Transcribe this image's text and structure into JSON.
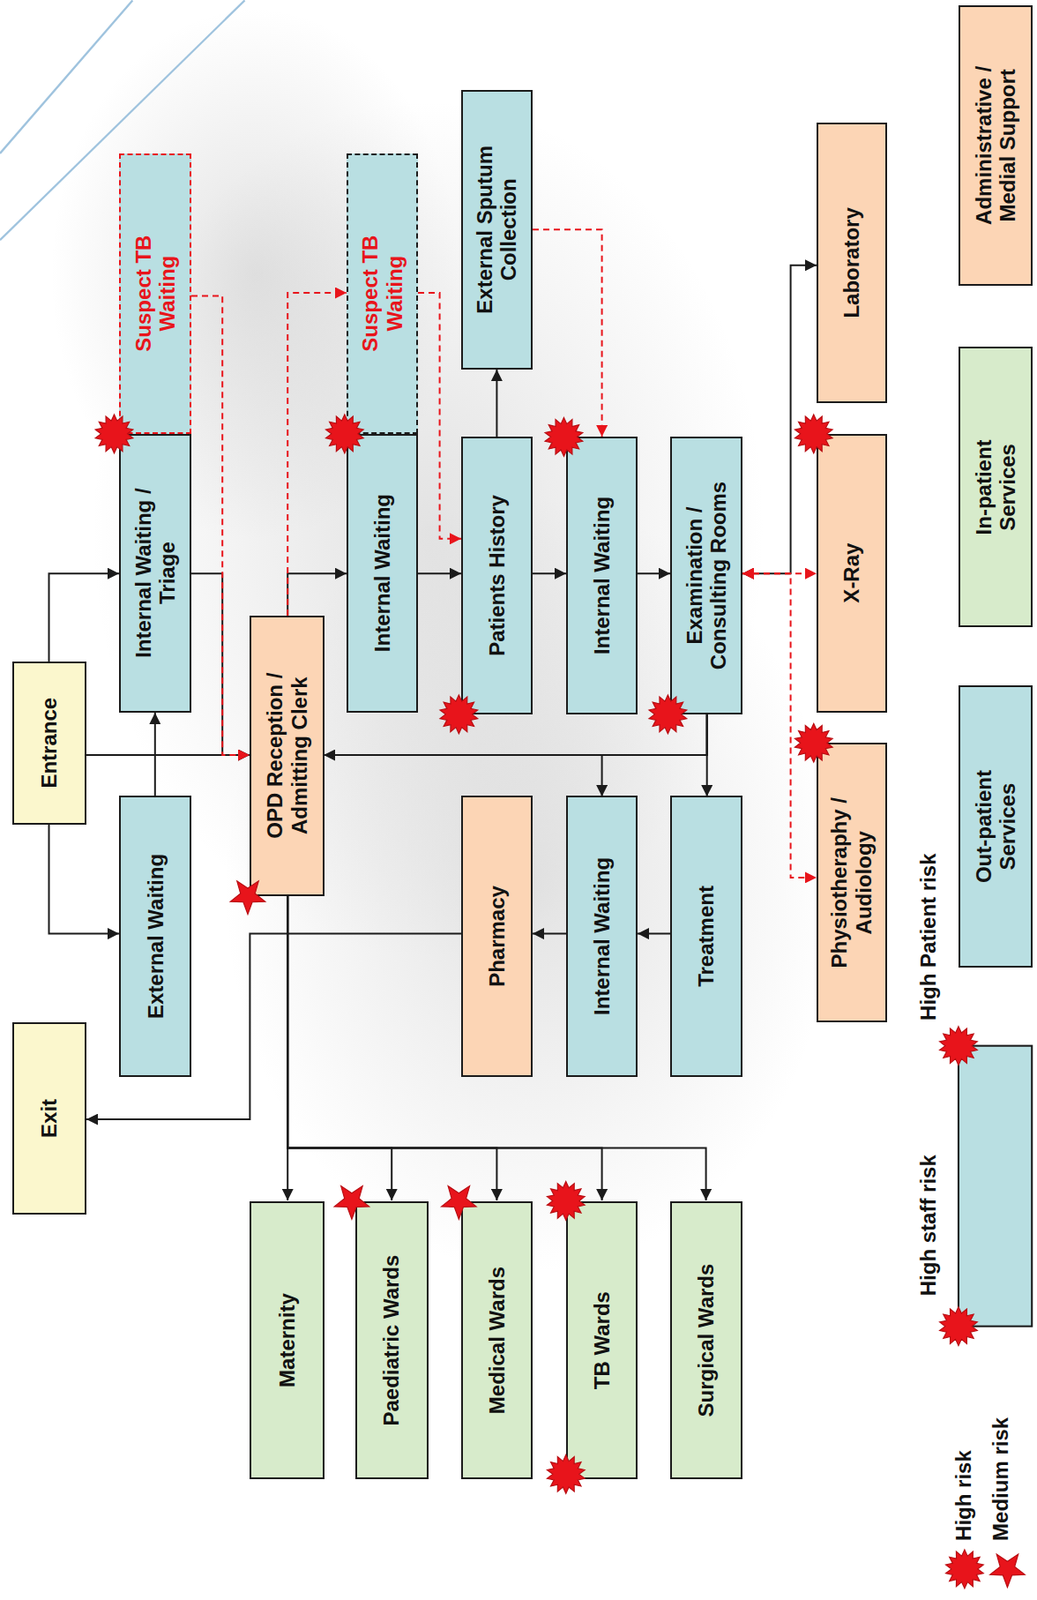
{
  "diagram": {
    "nodes": [
      {
        "text": [
          "Entrance"
        ]
      },
      {
        "text": [
          "Exit"
        ]
      },
      {
        "text": [
          "External Waiting"
        ]
      },
      {
        "text": [
          "Internal Waiting / Triage"
        ]
      },
      {
        "text": [
          "Suspect TB Waiting"
        ]
      },
      {
        "text": [
          "OPD Reception / Admitting Clerk"
        ]
      },
      {
        "text": [
          "Internal Waiting"
        ]
      },
      {
        "text": [
          "Suspect TB Waiting"
        ]
      },
      {
        "text": [
          "Patients History"
        ]
      },
      {
        "text": [
          "External Sputum Collection"
        ]
      },
      {
        "text": [
          "Internal Waiting"
        ]
      },
      {
        "text": [
          "Examination / Consulting Rooms"
        ]
      },
      {
        "text": [
          "Pharmacy"
        ]
      },
      {
        "text": [
          "Internal Waiting"
        ]
      },
      {
        "text": [
          "Treatment"
        ]
      },
      {
        "text": [
          "Laboratory"
        ]
      },
      {
        "text": [
          "X-Ray"
        ]
      },
      {
        "text": [
          "Physiotheraphy / Audiology"
        ]
      },
      {
        "text": [
          "Maternity"
        ]
      },
      {
        "text": [
          "Paediatric Wards"
        ]
      },
      {
        "text": [
          "Medical Wards"
        ]
      },
      {
        "text": [
          "TB Wards"
        ]
      },
      {
        "text": [
          "Surgical Wards"
        ]
      }
    ],
    "edges": [
      {
        "from": 0,
        "to": 2,
        "arrow": "to"
      },
      {
        "from": 0,
        "to": 3,
        "arrow": "to"
      },
      {
        "from": 0,
        "to": 5,
        "arrow": "to"
      },
      {
        "from": 2,
        "to": 3,
        "arrow": "to"
      },
      {
        "from": 3,
        "to": 5,
        "arrow": "to"
      },
      {
        "from": 4,
        "to": 5,
        "arrow": "to"
      },
      {
        "from": 5,
        "to": 6,
        "arrow": "to"
      },
      {
        "from": 5,
        "to": 7,
        "arrow": "to"
      },
      {
        "from": 6,
        "to": 8,
        "arrow": "to"
      },
      {
        "from": 7,
        "to": 8,
        "arrow": "to"
      },
      {
        "from": 8,
        "to": 9,
        "arrow": "to"
      },
      {
        "from": 9,
        "to": 10,
        "arrow": "to"
      },
      {
        "from": 8,
        "to": 10,
        "arrow": "to"
      },
      {
        "from": 10,
        "to": 11,
        "arrow": "to"
      },
      {
        "from": 11,
        "to": 15,
        "arrow": "both"
      },
      {
        "from": 11,
        "to": 16,
        "arrow": "both"
      },
      {
        "from": 11,
        "to": 17,
        "arrow": "both"
      },
      {
        "from": 11,
        "to": 5,
        "arrow": "to"
      },
      {
        "from": 11,
        "to": 13,
        "arrow": "to"
      },
      {
        "from": 11,
        "to": 14,
        "arrow": "to"
      },
      {
        "from": 14,
        "to": 13,
        "arrow": "to"
      },
      {
        "from": 13,
        "to": 12,
        "arrow": "to"
      },
      {
        "from": 12,
        "to": 1,
        "arrow": "to"
      },
      {
        "from": 5,
        "to": 18,
        "arrow": "to"
      },
      {
        "from": 5,
        "to": 19,
        "arrow": "to"
      },
      {
        "from": 5,
        "to": 20,
        "arrow": "to"
      },
      {
        "from": 5,
        "to": 21,
        "arrow": "to"
      },
      {
        "from": 5,
        "to": 22,
        "arrow": "to"
      }
    ],
    "legend": [
      {
        "text": "Administrative / Medial Support",
        "color": "#fcd5b5"
      },
      {
        "text": "In-patient Services",
        "color": "#d7ebcb"
      },
      {
        "text": "Out-patient Services",
        "color": "#b9dfe2"
      },
      {
        "text": "High staff risk"
      },
      {
        "text": "High Patient risk"
      },
      {
        "text": "High risk"
      },
      {
        "text": "Medium risk"
      }
    ]
  }
}
